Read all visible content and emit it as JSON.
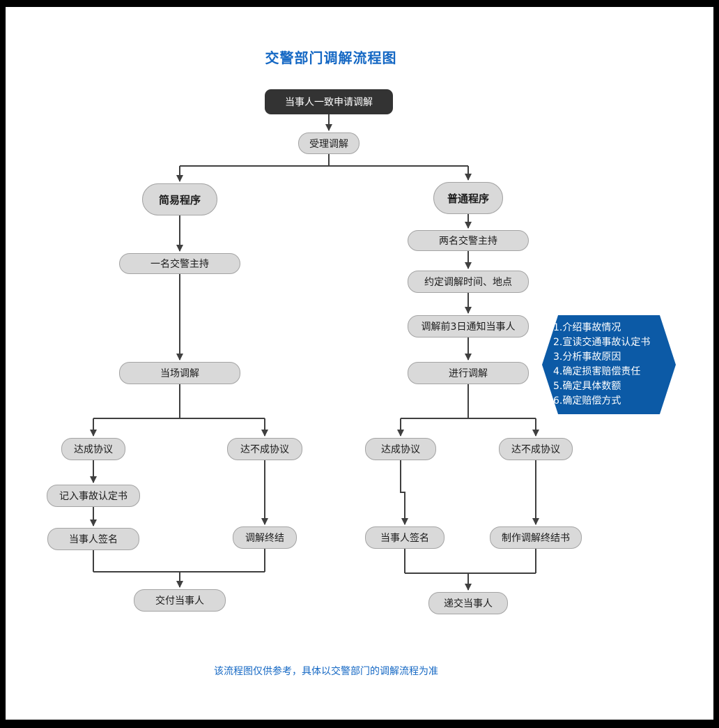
{
  "title": "交警部门调解流程图",
  "footer_note": "该流程图仅供参考，具体以交警部门的调解流程为准",
  "colors": {
    "background": "#ffffff",
    "frame_color": "#000000",
    "title_color": "#1568c4",
    "note_color": "#1568c4",
    "node_fill": "#d9d9d9",
    "node_border": "#a3a3a3",
    "dark_node_fill": "#333333",
    "hexagon_fill": "#0c5aa6",
    "line_color": "#3f3f3f"
  },
  "nodes": {
    "apply": "当事人一致申请调解",
    "accept": "受理调解",
    "simple": "简易程序",
    "normal": "普通程序",
    "one_officer": "一名交警主持",
    "onsite": "当场调解",
    "l_agree": "达成协议",
    "l_disagree": "达不成协议",
    "record": "记入事故认定书",
    "l_sign": "当事人签名",
    "mediation_end": "调解终结",
    "deliver": "交付当事人",
    "two_officers": "两名交警主持",
    "schedule": "约定调解时间、地点",
    "notify": "调解前3日通知当事人",
    "conduct": "进行调解",
    "r_agree": "达成协议",
    "r_disagree": "达不成协议",
    "r_sign": "当事人签名",
    "end_doc": "制作调解终结书",
    "submit": "递交当事人"
  },
  "hexagon_items": [
    "1.介绍事故情况",
    "2.宣读交通事故认定书",
    "3.分析事故原因",
    "4.确定损害赔偿责任",
    "5.确定具体数额",
    "6.确定赔偿方式"
  ]
}
